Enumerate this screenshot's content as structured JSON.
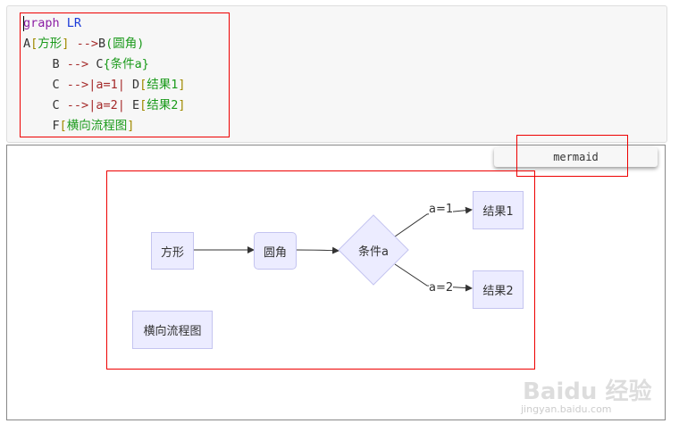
{
  "code": {
    "line1": {
      "kw": "graph",
      "dir": "LR"
    },
    "line2": {
      "a": "A",
      "a_text": "方形",
      "arrow": "-->",
      "b": "B",
      "b_text": "圆角"
    },
    "line3": {
      "b": "B",
      "arrow": "-->",
      "c": "C",
      "c_text": "条件a"
    },
    "line4": {
      "c": "C",
      "arrow": "-->",
      "label": "|a=1|",
      "d": "D",
      "d_text": "结果1"
    },
    "line5": {
      "c": "C",
      "arrow": "-->",
      "label": "|a=2|",
      "e": "E",
      "e_text": "结果2"
    },
    "line6": {
      "f": "F",
      "f_text": "横向流程图"
    }
  },
  "mermaid_button": "mermaid",
  "diagram": {
    "nodes": {
      "a": "方形",
      "b": "圆角",
      "c": "条件a",
      "d": "结果1",
      "e": "结果2",
      "f": "横向流程图"
    },
    "edge_labels": {
      "cd": "a=1",
      "ce": "a=2"
    }
  },
  "watermark": {
    "brand": "Baidu 经验",
    "url": "jingyan.baidu.com"
  }
}
